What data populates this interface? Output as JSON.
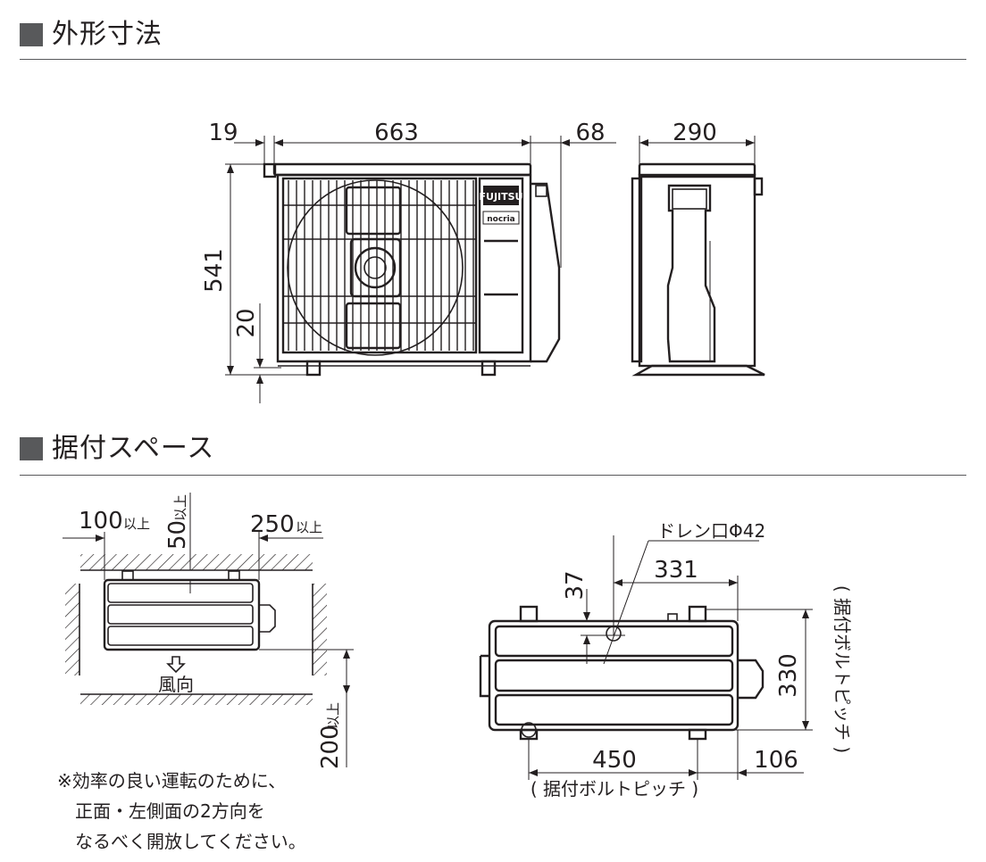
{
  "sections": {
    "dimensions_title": "外形寸法",
    "space_title": "据付スペース"
  },
  "front_view": {
    "dim_left": "19",
    "dim_width": "663",
    "dim_right": "68",
    "dim_height": "541",
    "dim_foot": "20",
    "brand": "FUJITSU",
    "model": "nocria"
  },
  "side_view": {
    "dim_depth": "290"
  },
  "install_space": {
    "left": "100",
    "left_suffix": "以上",
    "back": "50",
    "back_suffix": "以上",
    "right": "250",
    "right_suffix": "以上",
    "front": "200",
    "front_suffix": "以上",
    "wind": "風向"
  },
  "base_view": {
    "drain": "ドレン口Φ42",
    "dim_37": "37",
    "dim_331": "331",
    "dim_330": "330",
    "dim_450": "450",
    "dim_106": "106",
    "pitch_v": "( 据付ボルトピッチ )",
    "pitch_h": "( 据付ボルトピッチ )"
  },
  "note": {
    "line1": "※効率の良い運転のために、",
    "line2": "正面・左側面の2方向を",
    "line3": "なるべく開放してください。"
  }
}
